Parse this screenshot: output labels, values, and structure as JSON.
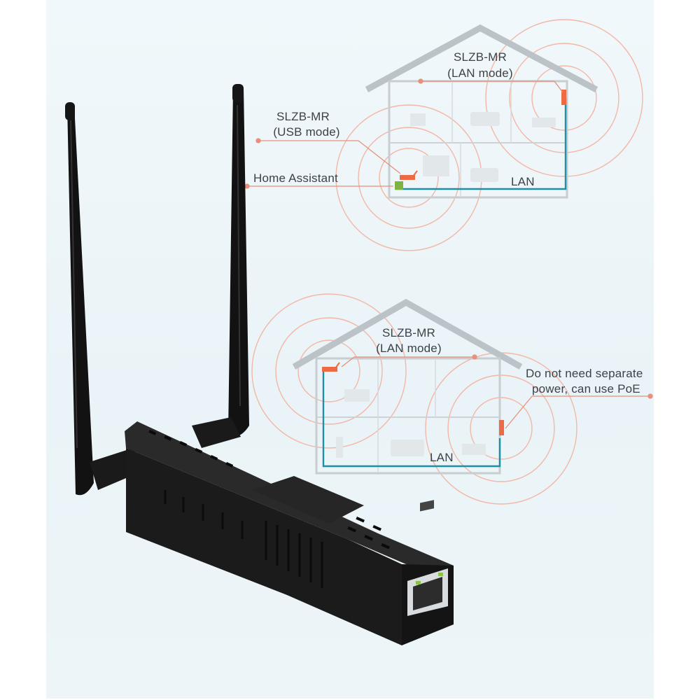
{
  "colors": {
    "background": "#eef6f9",
    "accent_orange": "#f07a5a",
    "lan_cable_teal": "#1f8fa3",
    "house_outline": "#c2c8cc",
    "device_body": "#1c1c1c"
  },
  "top_diagram": {
    "device_lan": {
      "name": "SLZB-MR",
      "mode": "(LAN mode)"
    },
    "device_usb": {
      "name": "SLZB-MR",
      "mode": "(USB mode)"
    },
    "host": "Home Assistant",
    "cable_label": "LAN"
  },
  "bottom_diagram": {
    "device_lan": {
      "name": "SLZB-MR",
      "mode": "(LAN mode)"
    },
    "poe_note_line1": "Do not need separate",
    "poe_note_line2": "power, can use PoE",
    "cable_label": "LAN"
  },
  "product": {
    "antenna_count": 2,
    "port_icon": "ethernet-rj45-port-icon"
  }
}
